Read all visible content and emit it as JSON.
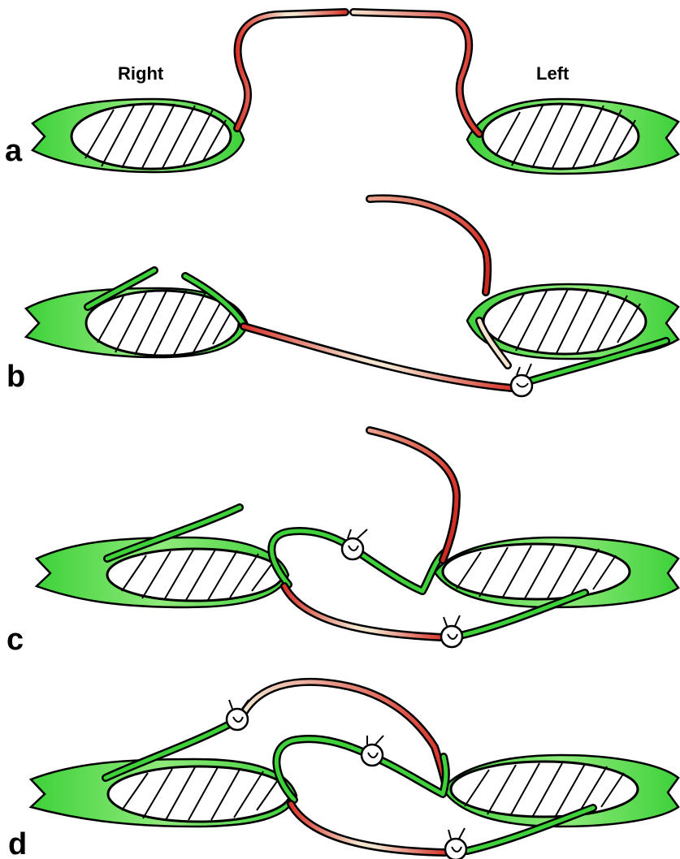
{
  "labels": {
    "right": "Right",
    "left": "Left"
  },
  "panels": [
    {
      "id": "a",
      "label": "a"
    },
    {
      "id": "b",
      "label": "b"
    },
    {
      "id": "c",
      "label": "c"
    },
    {
      "id": "d",
      "label": "d"
    }
  ],
  "colors": {
    "muscle_green": "#3ed13a",
    "muscle_light": "#8fea7a",
    "flap_red": "#d8342b",
    "flap_pale": "#f3e4cf",
    "outline": "#000000",
    "background": "#ffffff"
  }
}
